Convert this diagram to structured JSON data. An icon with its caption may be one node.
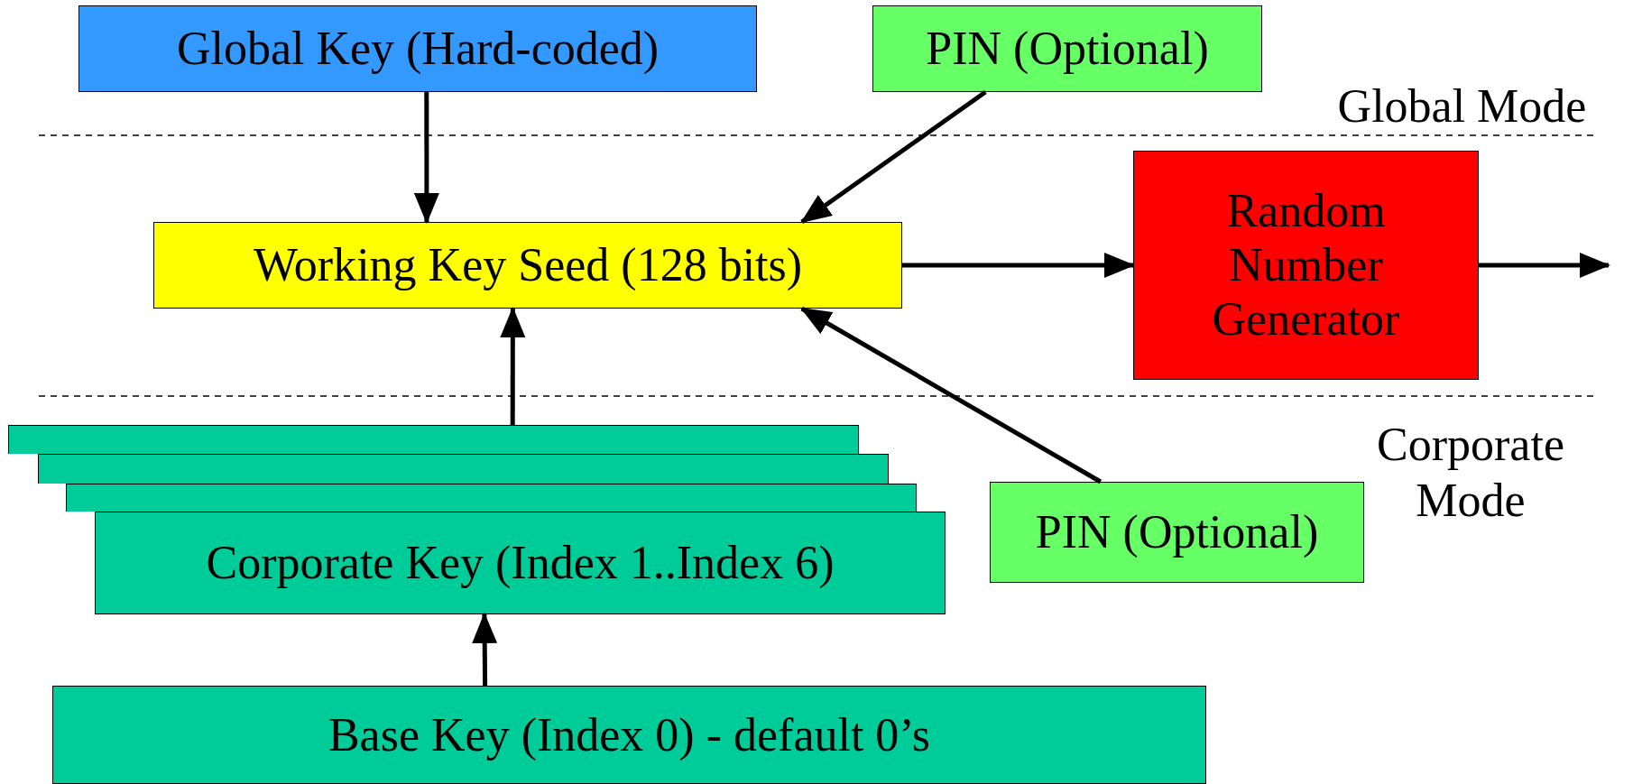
{
  "diagram": {
    "nodes": [
      {
        "text": [
          "Global Key (Hard-coded)"
        ]
      },
      {
        "text": [
          "PIN (Optional)"
        ]
      },
      {
        "text": [
          "Working Key Seed (128 bits)"
        ]
      },
      {
        "text": [
          "Random Number Generator"
        ]
      },
      {
        "text": [],
        "shape": "box"
      },
      {
        "text": [],
        "shape": "box"
      },
      {
        "text": [],
        "shape": "box"
      },
      {
        "text": [
          "Corporate Key (Index 1..Index 6)"
        ]
      },
      {
        "text": [
          "PIN (Optional)"
        ]
      },
      {
        "text": [
          "Base Key (Index 0) - default 0’s"
        ]
      }
    ],
    "edges": [
      {
        "from": 0,
        "to": 2,
        "arrow": "to"
      },
      {
        "from": 1,
        "to": 2,
        "arrow": "to"
      },
      {
        "from": 2,
        "to": 3,
        "arrow": "to"
      },
      {
        "from": 3,
        "to": null,
        "arrow": "to"
      },
      {
        "from": 4,
        "to": 2,
        "arrow": "to"
      },
      {
        "from": 9,
        "to": 7,
        "arrow": "to"
      },
      {
        "from": 8,
        "to": 2,
        "arrow": "to"
      }
    ],
    "labels": [
      "Global Mode",
      "Corporate Mode"
    ]
  }
}
